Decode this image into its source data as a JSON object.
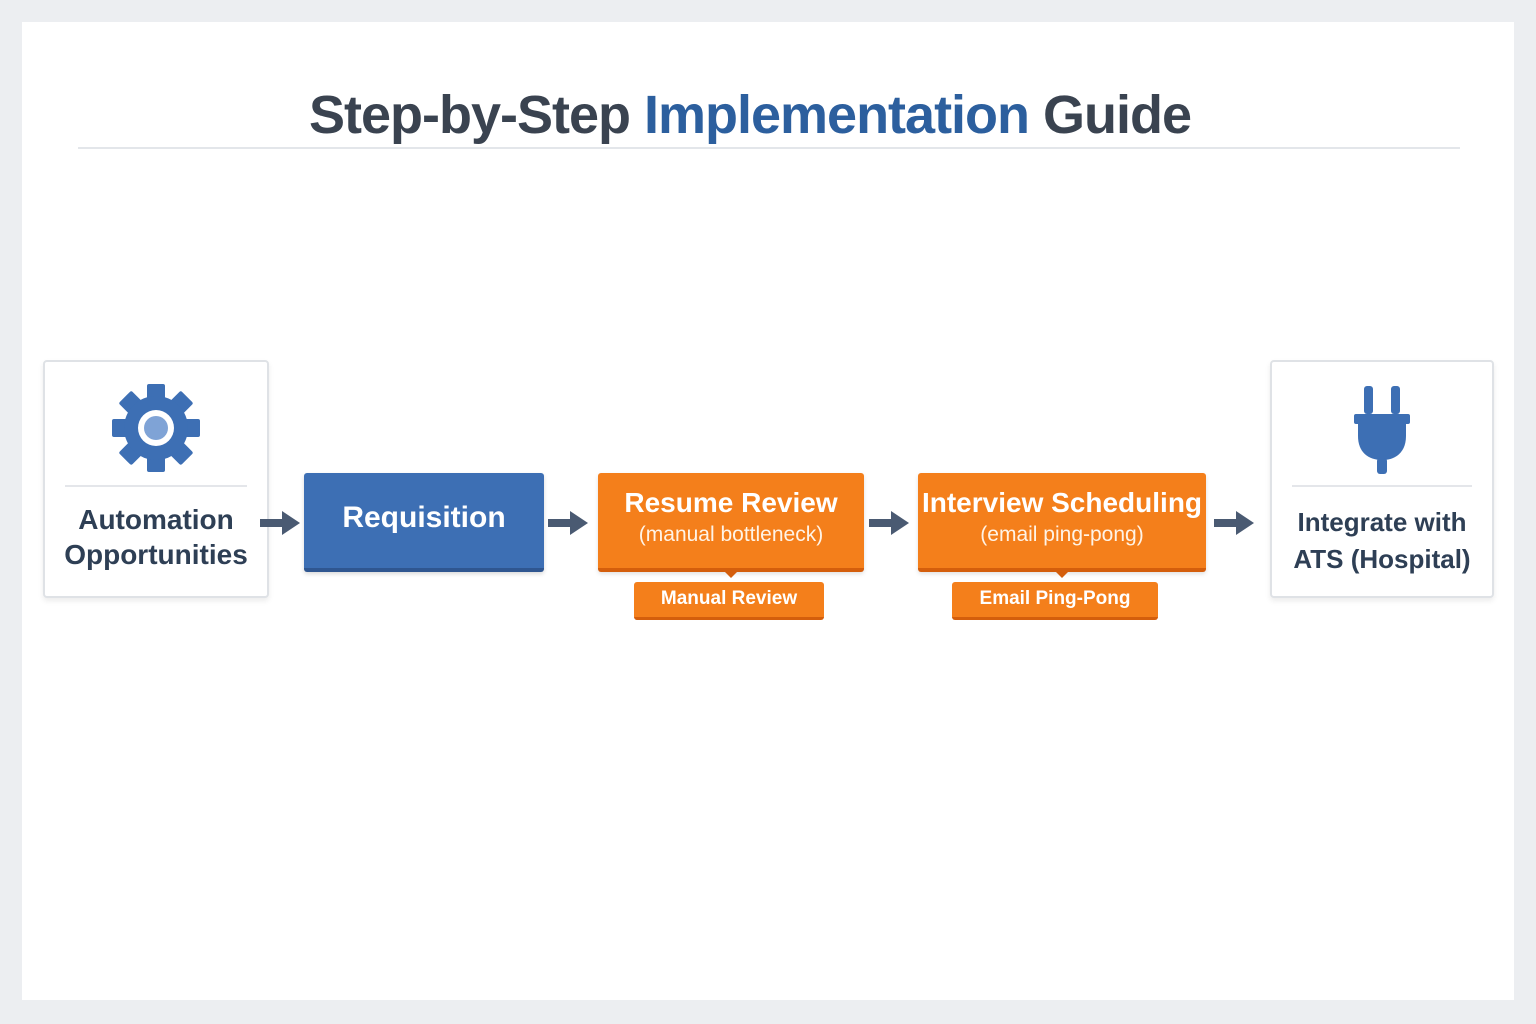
{
  "title": {
    "prefix": "Step-by-Step ",
    "accent": "Implementation",
    "suffix": " Guide"
  },
  "colors": {
    "accent_blue": "#2c5f9e",
    "step_blue": "#3d6fb4",
    "step_orange": "#f47f1b",
    "arrow": "#4a5a72",
    "text_dark": "#2e3f55"
  },
  "flow": {
    "start_card": {
      "icon": "gear-icon",
      "line1": "Automation",
      "line2": "Opportunities"
    },
    "requisition": {
      "label": "Requisition"
    },
    "resume_review": {
      "label": "Resume Review",
      "sub": "(manual bottleneck)",
      "tag": "Manual Review"
    },
    "interview_scheduling": {
      "label": "Interview Scheduling",
      "sub": "(email ping-pong)",
      "tag": "Email Ping-Pong"
    },
    "end_card": {
      "icon": "plug-icon",
      "line1": "Integrate with",
      "line2": "ATS (Hospital)"
    }
  }
}
